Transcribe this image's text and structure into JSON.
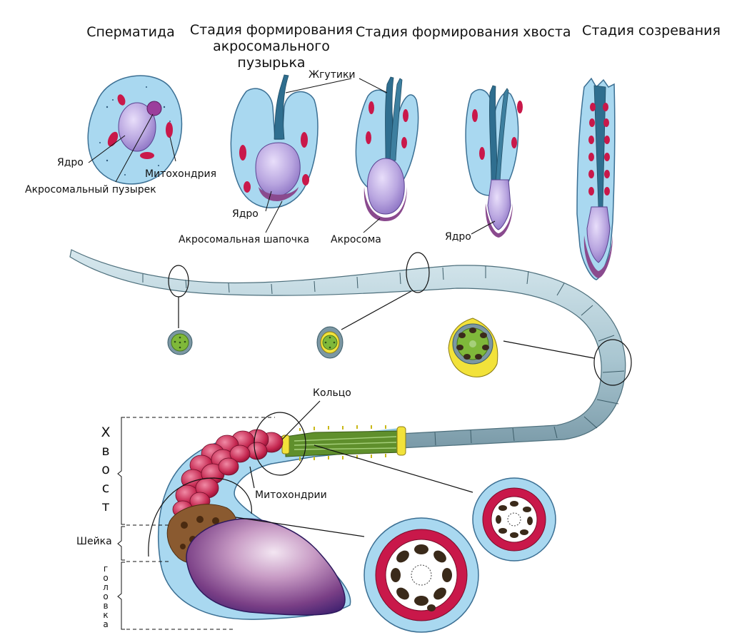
{
  "stages": [
    {
      "id": "spermatid",
      "title": "Сперматида"
    },
    {
      "id": "acrosomal-vesicle-stage",
      "title": "Стадия формирования акросомального пузырька"
    },
    {
      "id": "tail-stage",
      "title": "Стадия формирования хвоста"
    },
    {
      "id": "maturation-stage",
      "title": "Стадия созревания"
    }
  ],
  "labels": {
    "flagella": "Жгутики",
    "nucleus": "Ядро",
    "mitochondrion": "Митохондрия",
    "acrosomal_vesicle": "Акросомальный пузырек",
    "acrosomal_cap": "Акросомальная шапочка",
    "acrosome": "Акросома",
    "ring": "Кольцо",
    "mitochondria": "Митохондрии",
    "neck": "Шейка"
  },
  "regions": {
    "tail": "Хвост",
    "head": "Головка"
  },
  "colors": {
    "cytoplasm": "#a9d8f0",
    "nucleus": "#b9a6e0",
    "acrosome": "#8a4a8e",
    "mitochondria": "#c9184a",
    "tail": "#b9d3dc",
    "axoneme_green": "#7fb83a",
    "outer_dense_yellow": "#f2e23a",
    "head": "#6b3f8a"
  }
}
